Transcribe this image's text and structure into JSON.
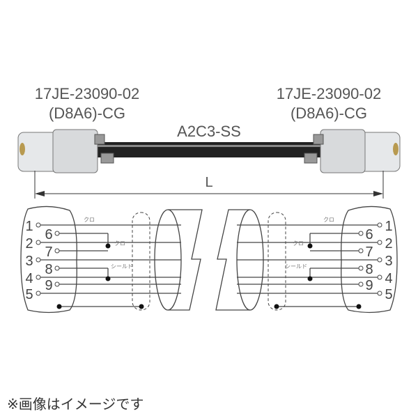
{
  "left_connector": {
    "part_number": "17JE-23090-02",
    "variant": "(D8A6)-CG"
  },
  "right_connector": {
    "part_number": "17JE-23090-02",
    "variant": "(D8A6)-CG"
  },
  "cable": {
    "model": "A2C3-SS"
  },
  "dimension": {
    "label": "L"
  },
  "pins": {
    "outer": [
      "1",
      "2",
      "3",
      "4",
      "5"
    ],
    "inner": [
      "6",
      "7",
      "8",
      "9"
    ]
  },
  "wire_labels": {
    "pin1": "クロ",
    "pair1": "クロ",
    "pair2": "シールド"
  },
  "caption": "※画像はイメージです"
}
